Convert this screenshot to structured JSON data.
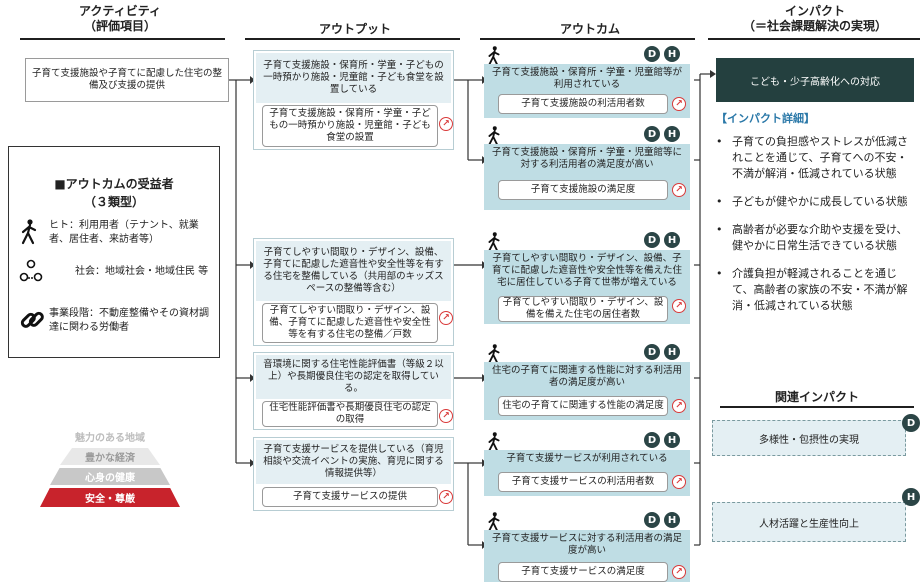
{
  "headers": {
    "activity": [
      "アクティビティ",
      "（評価項目）"
    ],
    "output": "アウトプット",
    "outcome": "アウトカム",
    "impact": [
      "インパクト",
      "（＝社会課題解決の実現）"
    ]
  },
  "activity_box": "子育て支援施設や子育てに配慮した住宅の整備及び支援の提供",
  "beneficiaries": {
    "title": "■アウトカムの受益者",
    "subtitle": "（３類型）",
    "items": [
      {
        "icon": "person-icon",
        "text": "ヒト：利用用者（テナント、就業者、居住者、来訪者等）"
      },
      {
        "icon": "community-icon",
        "text": "社会：地域社会・地域住民 等"
      },
      {
        "icon": "link-icon",
        "text": "事業段階：不動産整備やその資材調達に関わる労働者"
      }
    ]
  },
  "pyramid": [
    "魅力のある地域",
    "豊かな経済",
    "心身の健康",
    "安全・尊厳"
  ],
  "outputs": [
    {
      "title": "子育て支援施設・保育所・学童・子どもの一時預かり施設・児童館・子ども食堂を設置している",
      "indicator": "子育て支援施設・保育所・学童・子どもの一時預かり施設・児童館・子ども食堂の設置"
    },
    {
      "title": "子育てしやすい間取り・デザイン、設備、子育てに配慮した遮音性や安全性等を有する住宅を整備している（共用部のキッズスペースの整備等含む）",
      "indicator": "子育てしやすい間取り・デザイン、設備、子育てに配慮した遮音性や安全性等を有する住宅の整備／戸数"
    },
    {
      "title": "音環境に関する住宅性能評価書（等級２以上）や長期優良住宅の認定を取得している。",
      "indicator": "住宅性能評価書や長期優良住宅の認定の取得"
    },
    {
      "title": "子育て支援サービスを提供している（育児相談や交流イベントの実施、育児に関する情報提供等）",
      "indicator": "子育て支援サービスの提供"
    }
  ],
  "outcomes": [
    {
      "title": "子育て支援施設・保育所・学童・児童館等が利用されている",
      "indicator": "子育て支援施設の利活用者数",
      "badges": [
        "D",
        "H"
      ]
    },
    {
      "title": "子育て支援施設・保育所・学童・児童館等に対する利活用者の満足度が高い",
      "indicator": "子育て支援施設の満足度",
      "badges": [
        "D",
        "H"
      ]
    },
    {
      "title": "子育てしやすい間取り・デザイン、設備、子育てに配慮した遮音性や安全性等を備えた住宅に居住している子育て世帯が増えている",
      "indicator": "子育てしやすい間取り・デザイン、設備を備えた住宅の居住者数",
      "badges": [
        "D",
        "H"
      ]
    },
    {
      "title": "住宅の子育てに関連する性能に対する利活用者の満足度が高い",
      "indicator": "住宅の子育てに関連する性能の満足度",
      "badges": [
        "D",
        "H"
      ]
    },
    {
      "title": "子育て支援サービスが利用されている",
      "indicator": "子育て支援サービスの利活用者数",
      "badges": [
        "D",
        "H"
      ]
    },
    {
      "title": "子育て支援サービスに対する利活用者の満足度が高い",
      "indicator": "子育て支援サービスの満足度",
      "badges": [
        "D",
        "H"
      ]
    }
  ],
  "impact": {
    "main": "こども・少子高齢化への対応",
    "detail_title": "【インパクト詳細】",
    "details": [
      "子育ての負担感やストレスが低減されことを通じて、子育てへの不安・不満が解消・低減されている状態",
      "子どもが健やかに成長している状態",
      "高齢者が必要な介助や支援を受け、健やかに日常生活できている状態",
      "介護負担が軽減されることを通じて、高齢者の家族の不安・不満が解消・低減されている状態"
    ],
    "related_title": "関連インパクト",
    "related": [
      {
        "label": "多様性・包摂性の実現",
        "badge": "D"
      },
      {
        "label": "人材活躍と生産性向上",
        "badge": "H"
      }
    ]
  },
  "colors": {
    "dark": "#24403f",
    "accent_blue": "#2a78a8",
    "outcome_fill": "#bfdde4",
    "output_fill": "#e4eff3",
    "pyramid_red": "#c8232c"
  }
}
